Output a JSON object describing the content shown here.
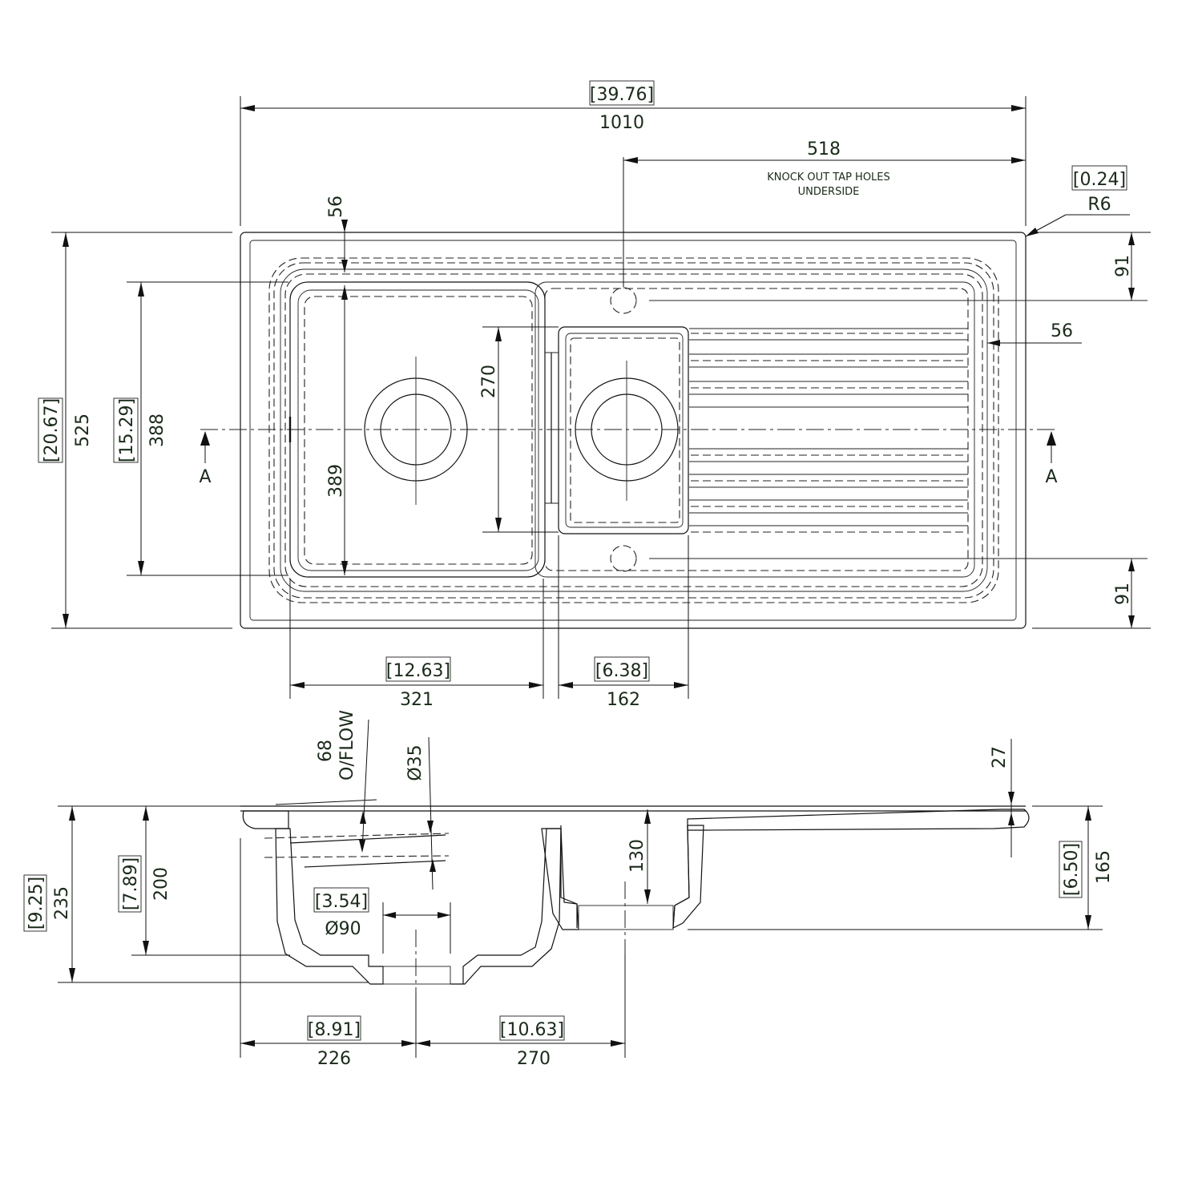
{
  "top_view": {
    "overall_width_in": "[39.76]",
    "overall_width_mm": "1010",
    "tap_offset_mm": "518",
    "tap_note_line1": "KNOCK OUT TAP HOLES",
    "tap_note_line2": "UNDERSIDE",
    "corner_radius_in": "[0.24]",
    "corner_radius_mm": "R6",
    "rim_top_mm": "56",
    "tap_hole_top_mm": "91",
    "tap_hole_bottom_mm": "91",
    "right_rim_mm": "56",
    "overall_depth_in": "[20.67]",
    "overall_depth_mm": "525",
    "bowl_length_in": "[15.29]",
    "bowl_length_mm": "388",
    "inner_bowl_mm": "389",
    "half_bowl_length_mm": "270",
    "section_left": "A",
    "section_right": "A",
    "main_bowl_width_in": "[12.63]",
    "main_bowl_width_mm": "321",
    "half_bowl_width_in": "[6.38]",
    "half_bowl_width_mm": "162"
  },
  "section_view": {
    "overflow_mm": "68",
    "overflow_label": "O/FLOW",
    "overflow_dia": "Ø35",
    "rim_thickness_mm": "27",
    "half_bowl_depth_mm": "130",
    "waste_dia_in": "[3.54]",
    "waste_dia_mm": "Ø90",
    "total_height_in": "[9.25]",
    "total_height_mm": "235",
    "bowl_depth_in": "[7.89]",
    "bowl_depth_mm": "200",
    "half_bowl_height_in": "[6.50]",
    "half_bowl_height_mm": "165",
    "waste_offset_in": "[8.91]",
    "waste_offset_mm": "226",
    "waste_spacing_in": "[10.63]",
    "waste_spacing_mm": "270"
  }
}
